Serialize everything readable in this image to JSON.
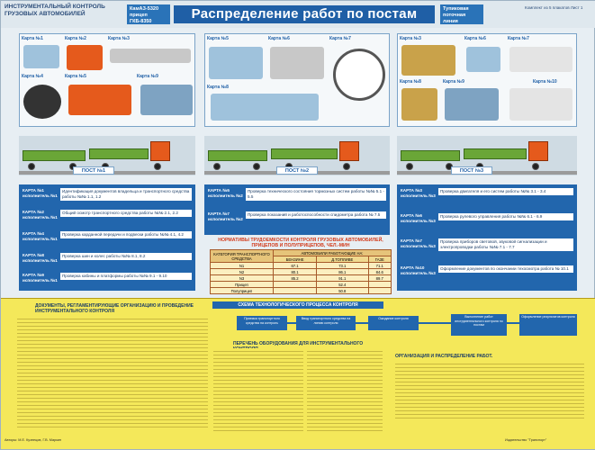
{
  "header": {
    "left_title": "ИНСТРУМЕНТАЛЬНЫЙ КОНТРОЛЬ ГРУЗОВЫХ АВТОМОБИЛЕЙ",
    "kamaz": "КамАЗ-5320 прицеп ГКБ-8350",
    "title": "Распределение работ по постам",
    "zone": "Тупиковая поточная линия",
    "right_note": "Комплект из 5 плакатов Лист 1"
  },
  "post1": {
    "cards": [
      "Карта №1",
      "Карта №2",
      "Карта №3",
      "Карта №4",
      "Карта №5",
      "Карта №9"
    ],
    "label": "ПОСТ №1"
  },
  "post2": {
    "cards": [
      "Карта №5",
      "Карта №6",
      "Карта №7",
      "Карта №8"
    ],
    "label": "ПОСТ №2"
  },
  "post3": {
    "cards": [
      "Карта №3",
      "Карта №6",
      "Карта №7",
      "Карта №8",
      "Карта №9",
      "Карта №10"
    ],
    "label": "ПОСТ №3"
  },
  "works1": [
    {
      "card": "КАРТА №1 исполнитель №1",
      "desc": "Идентификация документов владельца и транспортного средства работы №№ 1.1, 1.2"
    },
    {
      "card": "КАРТА №2 исполнитель №1",
      "desc": "Общий осмотр транспортного средства работы №№ 2.1, 2.2"
    },
    {
      "card": "КАРТА №4 исполнитель №1",
      "desc": "Проверка карданной передачи и подвески работы №№ 4.1, 4.2"
    },
    {
      "card": "КАРТА №8 исполнитель №1",
      "desc": "Проверка шин и колес работы №№ 8.1, 8.2"
    },
    {
      "card": "КАРТА №9 исполнитель №1",
      "desc": "Проверка кабины и платформы работы №№ 9.1 - 9.10"
    }
  ],
  "works2": [
    {
      "card": "КАРТА №5 исполнитель №2",
      "desc": "Проверка технического состояния тормозных систем работы №№ 5.1 - 5.5"
    },
    {
      "card": "КАРТА №7 исполнитель №2",
      "desc": "Проверка показаний и работоспособности спидометра работа № 7.5"
    }
  ],
  "works3": [
    {
      "card": "КАРТА №3 исполнитель №3",
      "desc": "Проверка двигателя и его систем работы №№ 3.1 - 3.4"
    },
    {
      "card": "КАРТА №6 исполнитель №3",
      "desc": "Проверка рулевого управления работы №№ 6.1 - 6.9"
    },
    {
      "card": "КАРТА №7 исполнитель №3",
      "desc": "Проверка приборов световой, звуковой сигнализации и электропроводки работы №№ 7.1 - 7.7"
    },
    {
      "card": "КАРТА №10 исполнитель №3",
      "desc": "Оформление документов по окончании техосмотра работа № 10.1"
    }
  ],
  "norms": {
    "title": "НОРМАТИВЫ ТРУДОЕМКОСТИ КОНТРОЛЯ ГРУЗОВЫХ АВТОМОБИЛЕЙ, ПРИЦЕПОВ И ПОЛУПРИЦЕПОВ, ЧЕЛ.-МИН",
    "head_category": "КАТЕГОРИЯ ТРАНСПОРТНОГО СРЕДСТВА",
    "head_fuel": "АВТОМОБИЛИ РАБОТАЮЩИЕ НА:",
    "fuels": [
      "БЕНЗИНЕ",
      "Д.ТОПЛИВЕ",
      "ГАЗЕ"
    ],
    "rows": [
      {
        "cat": "N1",
        "v": [
          "67.1",
          "73.1",
          "71.1"
        ]
      },
      {
        "cat": "N2",
        "v": [
          "80.1",
          "86.1",
          "84.6"
        ]
      },
      {
        "cat": "N3",
        "v": [
          "85.2",
          "91.1",
          "89.7"
        ]
      },
      {
        "cat": "Прицеп",
        "v": [
          "",
          "52.4",
          ""
        ]
      },
      {
        "cat": "Полуприцеп",
        "v": [
          "",
          "50.8",
          ""
        ]
      }
    ]
  },
  "bottom": {
    "docs_title": "ДОКУМЕНТЫ, РЕГЛАМЕНТИРУЮЩИЕ ОРГАНИЗАЦИЮ И ПРОВЕДЕНИЕ ИНСТРУМЕНТАЛЬНОГО КОНТРОЛЯ",
    "list_title": "ПЕРЕЧЕНЬ ОБОРУДОВАНИЯ ДЛЯ ИНСТРУМЕНТАЛЬНОГО КОНТРОЛЯ",
    "flow_title": "СХЕМА ТЕХНОЛОГИЧЕСКОГО ПРОЦЕССА КОНТРОЛЯ",
    "flow_boxes": [
      "Приемка транспортного средства на контроль",
      "Ввод транспортного средства на линию контроля",
      "Ожидание контроля",
      "Выполнение работ инструментального контроля по постам",
      "Оформление результатов контроля"
    ],
    "org_title": "ОРГАНИЗАЦИЯ И РАСПРЕДЕЛЕНИЕ РАБОТ.",
    "footer_left": "Авторы: М.Е. Кузнецов, Г.В. Маркин",
    "footer_right": "Издательство \"Транспорт\""
  }
}
